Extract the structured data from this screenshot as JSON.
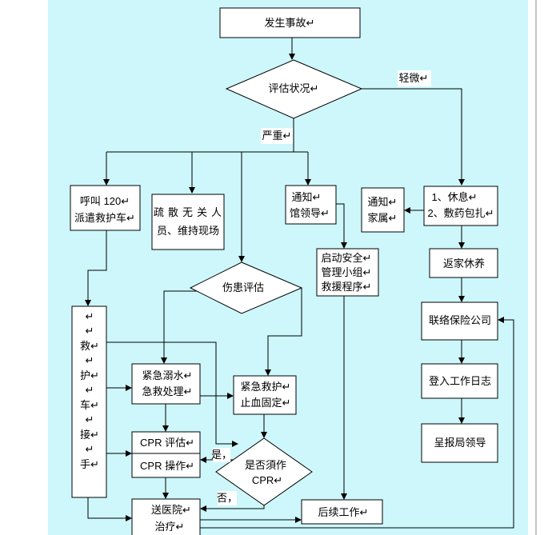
{
  "diagram": {
    "accident": "发生事故↵",
    "assess": "评估状况↵",
    "minor_label": "轻微↵",
    "serious_label": "严重↵",
    "call_ambulance": [
      "呼叫 120↵",
      "派遣救护车↵"
    ],
    "evacuate": [
      "疏散无关人",
      "员、维持现场"
    ],
    "notify_leader": [
      "通知↵",
      "馆领导↵"
    ],
    "notify_family": [
      "通知↵",
      "家属↵"
    ],
    "rest_dress": [
      "1、休息↵",
      "2、敷药包扎↵"
    ],
    "start_rescue": [
      "启动安全↵",
      "管理小组↵",
      "救援程序↵"
    ],
    "rest_home": "返家休养",
    "contact_insurance": "联络保险公司",
    "log_journal": "登入工作日志",
    "report_bureau": "呈报局领导",
    "injury_assess": "伤患评估",
    "ambulance_takeover": [
      "↵",
      "↵",
      "救↵",
      "↵",
      "护↵",
      "↵",
      "车↵",
      "↵",
      "接↵",
      "↵",
      "手↵"
    ],
    "drowning_aid": [
      "紧急溺水↵",
      "急救处理↵"
    ],
    "first_aid": [
      "紧急救护↵",
      "止血固定↵"
    ],
    "cpr_eval": "CPR 评估↵",
    "cpr_op": "CPR 操作↵",
    "cpr_decision": [
      "是否須作",
      "CPR↵"
    ],
    "yes_label": "是，",
    "no_label": "否，",
    "hospital": [
      "送医院↵",
      "治疗↵"
    ],
    "follow_up": "后续工作↵"
  },
  "colors": {
    "background": "#cdf7fb",
    "box": "#ffffff",
    "line": "#000000"
  }
}
